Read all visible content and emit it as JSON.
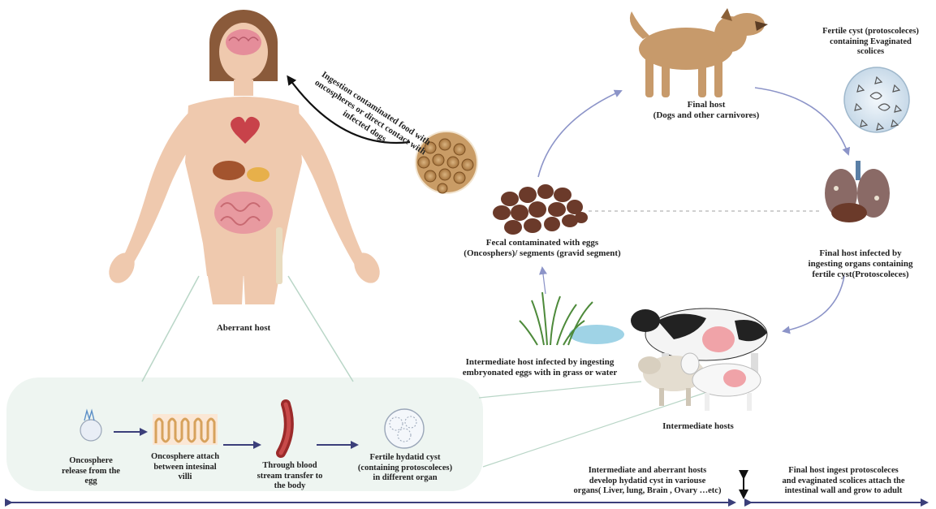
{
  "colors": {
    "arrow_dark": "#3b3f7a",
    "arrow_light": "#8c94c8",
    "panel_bg": "#eef5f1",
    "skin": "#efc9ae",
    "dog": "#c79a6b",
    "egg": "#b98a52",
    "feces": "#6b3a2a",
    "cyst": "#dbe8f2"
  },
  "labels": {
    "human_route": "Ingestion contaminated food with\noncospheres or direct contact with\ninfected dogs",
    "final_host": "Final host\n(Dogs and other carnivores)",
    "fertile_cyst": "Fertile cyst (protoscoleces)\ncontaining  Evaginated\nscolices",
    "fecal": "Fecal contaminated with eggs\n(Oncosphers)/ segments (gravid segment)",
    "final_host_infected": "Final host infected by\ningesting organs containing\nfertile cyst(Protoscoleces)",
    "intermediate_infected": "Intermediate host infected by ingesting\nembryonated eggs with in  grass or water",
    "intermediate_hosts": "Intermediate hosts",
    "aberrant_host": "Aberrant host",
    "step1": "Oncosphere\nrelease from the\negg",
    "step2": "Oncosphere attach\nbetween intesinal\nvilli",
    "step3": "Through blood\nstream transfer to\nthe body",
    "step4": "Fertile hydatid cyst\n(containing protoscoleces)\nin different organ",
    "bottom_left": "Intermediate  and aberrant hosts\ndevelop hydatid cyst in variouse\norgans( Liver, lung, Brain , Ovary …etc)",
    "bottom_right": "Final host ingest protoscoleces\nand evaginated scolices attach the\nintestinal wall and grow to adult"
  }
}
